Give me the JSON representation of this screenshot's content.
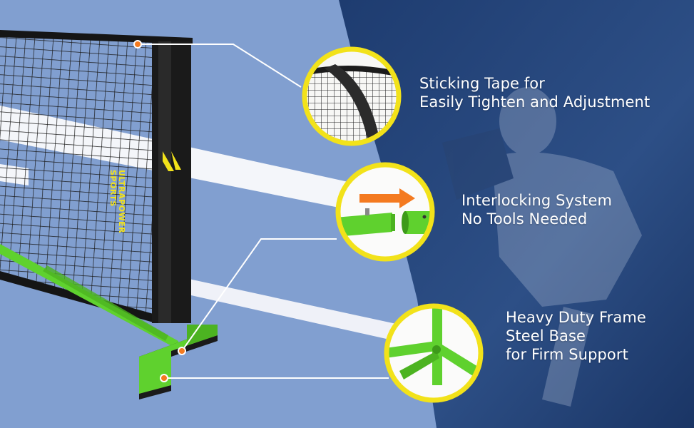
{
  "features": [
    {
      "line1": "Sticking Tape for",
      "line2": "Easily Tighten and Adjustment"
    },
    {
      "line1": "Interlocking System",
      "line2": "No Tools Needed"
    },
    {
      "line1": "Heavy Duty Frame",
      "line2": "Steel Base",
      "line3": "for Firm Support"
    }
  ],
  "brand": {
    "line1": "ULTRAPOWER",
    "line2": "SPORTS"
  },
  "colors": {
    "court_light": "#7f9fd0",
    "court_dark": "#1f3f75",
    "frame_green": "#5fd12e",
    "callout_ring": "#f2e21a",
    "connector_dot": "#f47a20"
  },
  "icons": [
    "brand-logo-icon",
    "arrow-right-icon"
  ]
}
